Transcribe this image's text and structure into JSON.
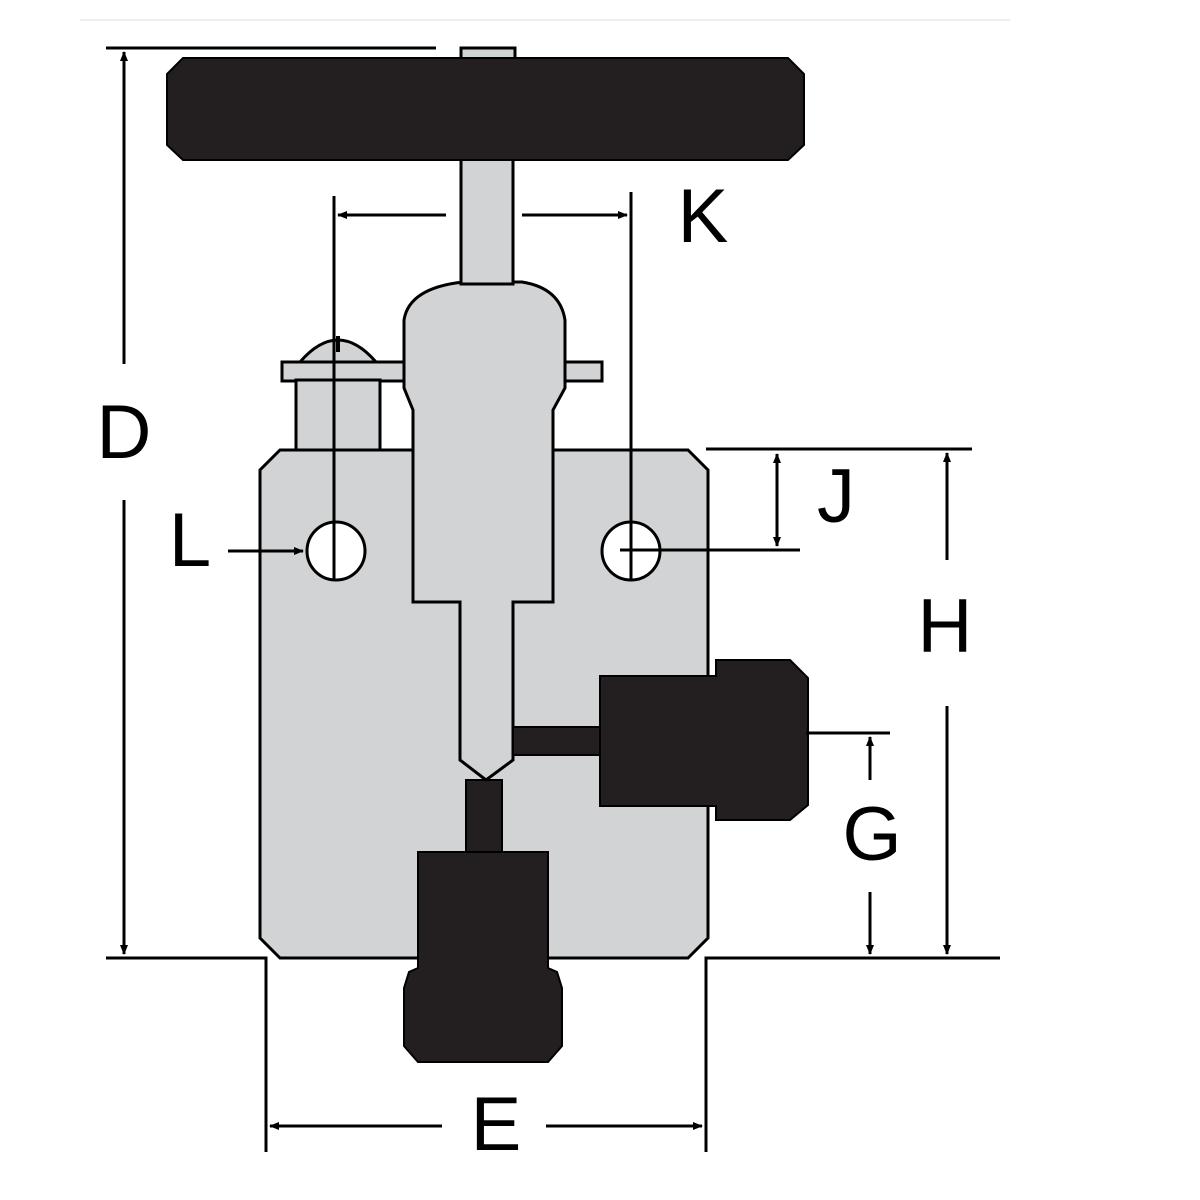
{
  "diagram": {
    "labels": {
      "d": "D",
      "e": "E",
      "g": "G",
      "h": "H",
      "j": "J",
      "k": "K",
      "l": "L"
    },
    "colors": {
      "body": "#d1d3d4",
      "fittings": "#231f20",
      "lines": "#000000",
      "background": "#ffffff"
    }
  }
}
